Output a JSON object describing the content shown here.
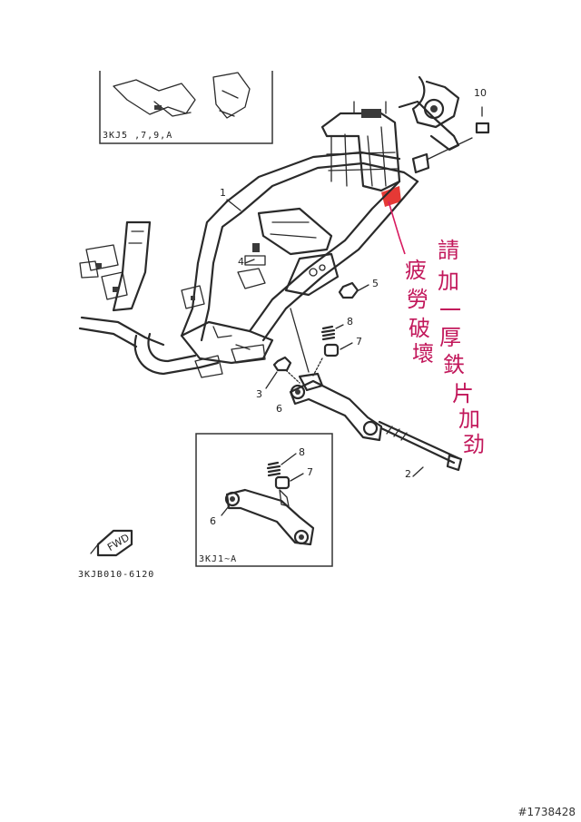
{
  "callouts": {
    "c1": "1",
    "c2": "2",
    "c3": "3",
    "c4": "4",
    "c5": "5",
    "c6": "6",
    "c7": "7",
    "c8": "8",
    "c10": "10",
    "inset_c6": "6",
    "inset_c7": "7",
    "inset_c8": "8"
  },
  "insets": {
    "top_label": "3KJ5 ,7,9,A",
    "bottom_label": "3KJ1~A"
  },
  "direction_mark": "FWD",
  "reference_code": "3KJB010-6120",
  "annotation": {
    "line1": [
      "請",
      "加",
      "一",
      "厚",
      "鉄",
      "片",
      "加",
      "劲"
    ],
    "line2": [
      "疲",
      "勞",
      "破",
      "壞"
    ],
    "color": "#d81b60"
  },
  "image_id": "#1738428"
}
